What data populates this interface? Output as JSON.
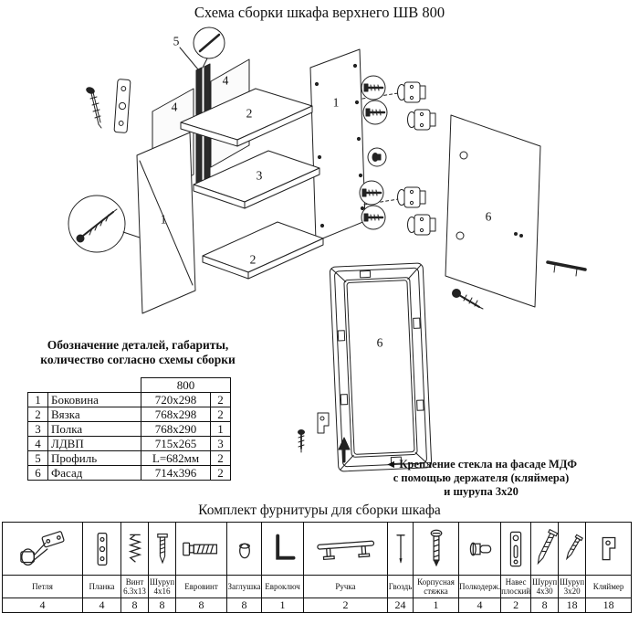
{
  "title": "Схема сборки шкафа верхнего ШВ 800",
  "icons": {
    "note_arrow": "◄"
  },
  "diagram": {
    "callouts": [
      "5",
      "4",
      "4",
      "2",
      "3",
      "2",
      "1",
      "1",
      "6",
      "6"
    ]
  },
  "legend": {
    "heading_line1": "Обозначение деталей, габариты,",
    "heading_line2": "количество согласно схемы сборки",
    "size_header": "800",
    "rows": [
      {
        "num": "1",
        "name": "Боковина",
        "size": "720x298",
        "qty": "2"
      },
      {
        "num": "2",
        "name": "Вязка",
        "size": "768x298",
        "qty": "2"
      },
      {
        "num": "3",
        "name": "Полка",
        "size": "768x290",
        "qty": "1"
      },
      {
        "num": "4",
        "name": "ЛДВП",
        "size": "715x265",
        "qty": "3"
      },
      {
        "num": "5",
        "name": "Профиль",
        "size": "L=682мм",
        "qty": "2"
      },
      {
        "num": "6",
        "name": "Фасад",
        "size": "714x396",
        "qty": "2"
      }
    ]
  },
  "note": {
    "line1": "Крепление стекла на фасаде МДФ",
    "line2": "с помощью держателя (кляймера)",
    "line3": "и шурупа 3x20"
  },
  "hardware": {
    "title": "Комплект фурнитуры для сборки шкафа",
    "items": [
      {
        "name": "Петля",
        "qty": "4"
      },
      {
        "name": "Планка",
        "qty": "4"
      },
      {
        "name": "Винт 6.3x13",
        "qty": "8"
      },
      {
        "name": "Шуруп 4x16",
        "qty": "8"
      },
      {
        "name": "Евровинт",
        "qty": "8"
      },
      {
        "name": "Заглушка",
        "qty": "8"
      },
      {
        "name": "Евроключ",
        "qty": "1"
      },
      {
        "name": "Ручка",
        "qty": "2"
      },
      {
        "name": "Гвоздь",
        "qty": "24"
      },
      {
        "name": "Корпусная стяжка",
        "qty": "1"
      },
      {
        "name": "Полкодерж.",
        "qty": "4"
      },
      {
        "name": "Навес плоский",
        "qty": "2"
      },
      {
        "name": "Шуруп 4x30",
        "qty": "8"
      },
      {
        "name": "Шуруп 3x20",
        "qty": "18"
      },
      {
        "name": "Кляймер",
        "qty": "18"
      }
    ]
  }
}
